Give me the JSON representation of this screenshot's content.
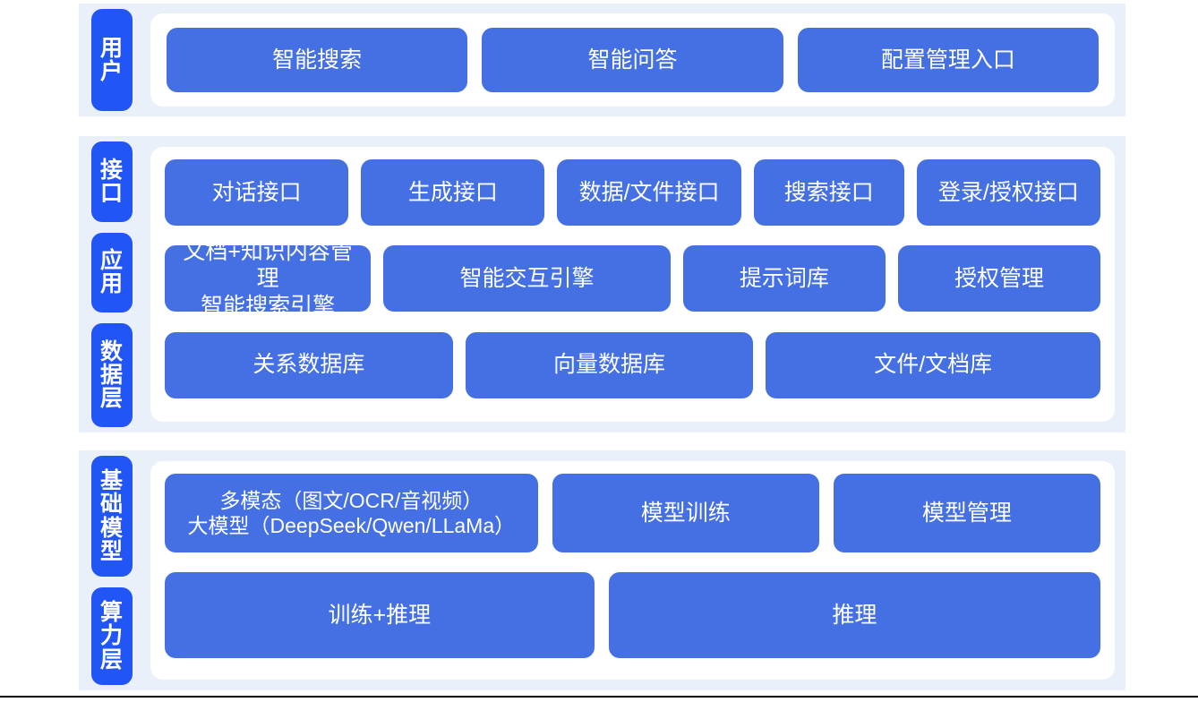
{
  "theme": {
    "page_background": "#ffffff",
    "band_background": "#eaf0f9",
    "card_background": "#ffffff",
    "tag_color": "#2255f5",
    "box_color": "#4570e4",
    "text_color": "#ffffff",
    "rule_color": "#000000"
  },
  "sections": [
    {
      "id": "user",
      "tags": [
        "用户"
      ],
      "rows": [
        {
          "id": "user-entries",
          "boxes": [
            {
              "label": "智能搜索",
              "flex": 1
            },
            {
              "label": "智能问答",
              "flex": 1
            },
            {
              "label": "配置管理入口",
              "flex": 1
            }
          ]
        }
      ]
    },
    {
      "id": "platform",
      "tags": [
        "接口",
        "应用",
        "数据层"
      ],
      "rows": [
        {
          "id": "interface",
          "boxes": [
            {
              "label": "对话接口",
              "flex": 1.02
            },
            {
              "label": "生成接口",
              "flex": 1.02
            },
            {
              "label": "数据/文件接口",
              "flex": 1.02
            },
            {
              "label": "搜索接口",
              "flex": 0.82
            },
            {
              "label": "登录/授权接口",
              "flex": 1.02
            }
          ]
        },
        {
          "id": "application",
          "boxes": [
            {
              "label": "文档+知识内容管理\n智能搜索引擎",
              "flex": 1.02
            },
            {
              "label": "智能交互引擎",
              "flex": 1.45
            },
            {
              "label": "提示词库",
              "flex": 1.0
            },
            {
              "label": "授权管理",
              "flex": 1.0
            }
          ]
        },
        {
          "id": "data",
          "boxes": [
            {
              "label": "关系数据库",
              "flex": 1
            },
            {
              "label": "向量数据库",
              "flex": 1
            },
            {
              "label": "文件/文档库",
              "flex": 1.17
            }
          ]
        }
      ]
    },
    {
      "id": "infrastructure",
      "tags": [
        "基础模型",
        "算力层"
      ],
      "rows": [
        {
          "id": "model",
          "boxes": [
            {
              "label": "多模态（图文/OCR/音视频）\n大模型（DeepSeek/Qwen/LLaMa）",
              "flex": 1.42
            },
            {
              "label": "模型训练",
              "flex": 1.0
            },
            {
              "label": "模型管理",
              "flex": 1.0
            }
          ]
        },
        {
          "id": "compute",
          "boxes": [
            {
              "label": "训练+推理",
              "flex": 1
            },
            {
              "label": "推理",
              "flex": 1.15
            }
          ]
        }
      ]
    }
  ]
}
